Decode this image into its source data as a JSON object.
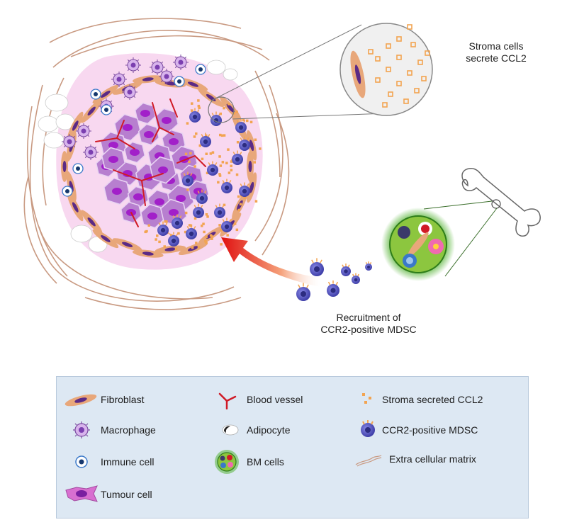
{
  "labels": {
    "stroma": [
      "Stroma cells",
      "secrete CCL2"
    ],
    "recruitment": [
      "Recruitment of",
      "CCR2-positive MDSC"
    ]
  },
  "legend": [
    {
      "label": "Fibroblast",
      "icon": "fibroblast-icon"
    },
    {
      "label": "Blood vessel",
      "icon": "blood-vessel-icon"
    },
    {
      "label": "Stroma secreted CCL2",
      "icon": "ccl2-icon"
    },
    {
      "label": "Macrophage",
      "icon": "macrophage-icon"
    },
    {
      "label": "Adipocyte",
      "icon": "adipocyte-icon"
    },
    {
      "label": "CCR2-positive MDSC",
      "icon": "mdsc-icon"
    },
    {
      "label": "Immune cell",
      "icon": "immune-cell-icon"
    },
    {
      "label": "BM cells",
      "icon": "bm-cells-icon"
    },
    {
      "label": "Extra cellular matrix",
      "icon": "ecm-icon"
    },
    {
      "label": "Tumour cell",
      "icon": "tumour-cell-icon"
    }
  ],
  "colors": {
    "fibroblast": "#e8a77a",
    "nucleus": "#5b2a86",
    "tumour": "#b77fcf",
    "tumour_nucleus": "#a21fc9",
    "vessel": "#d01a26",
    "ccl2": "#f2a451",
    "mdsc": "#6a6ad8",
    "stroma_bg": "#f8d8f0",
    "ecm": "#c99a82",
    "legend_bg": "#dde8f3",
    "bm_glow": "#4caf2a"
  }
}
